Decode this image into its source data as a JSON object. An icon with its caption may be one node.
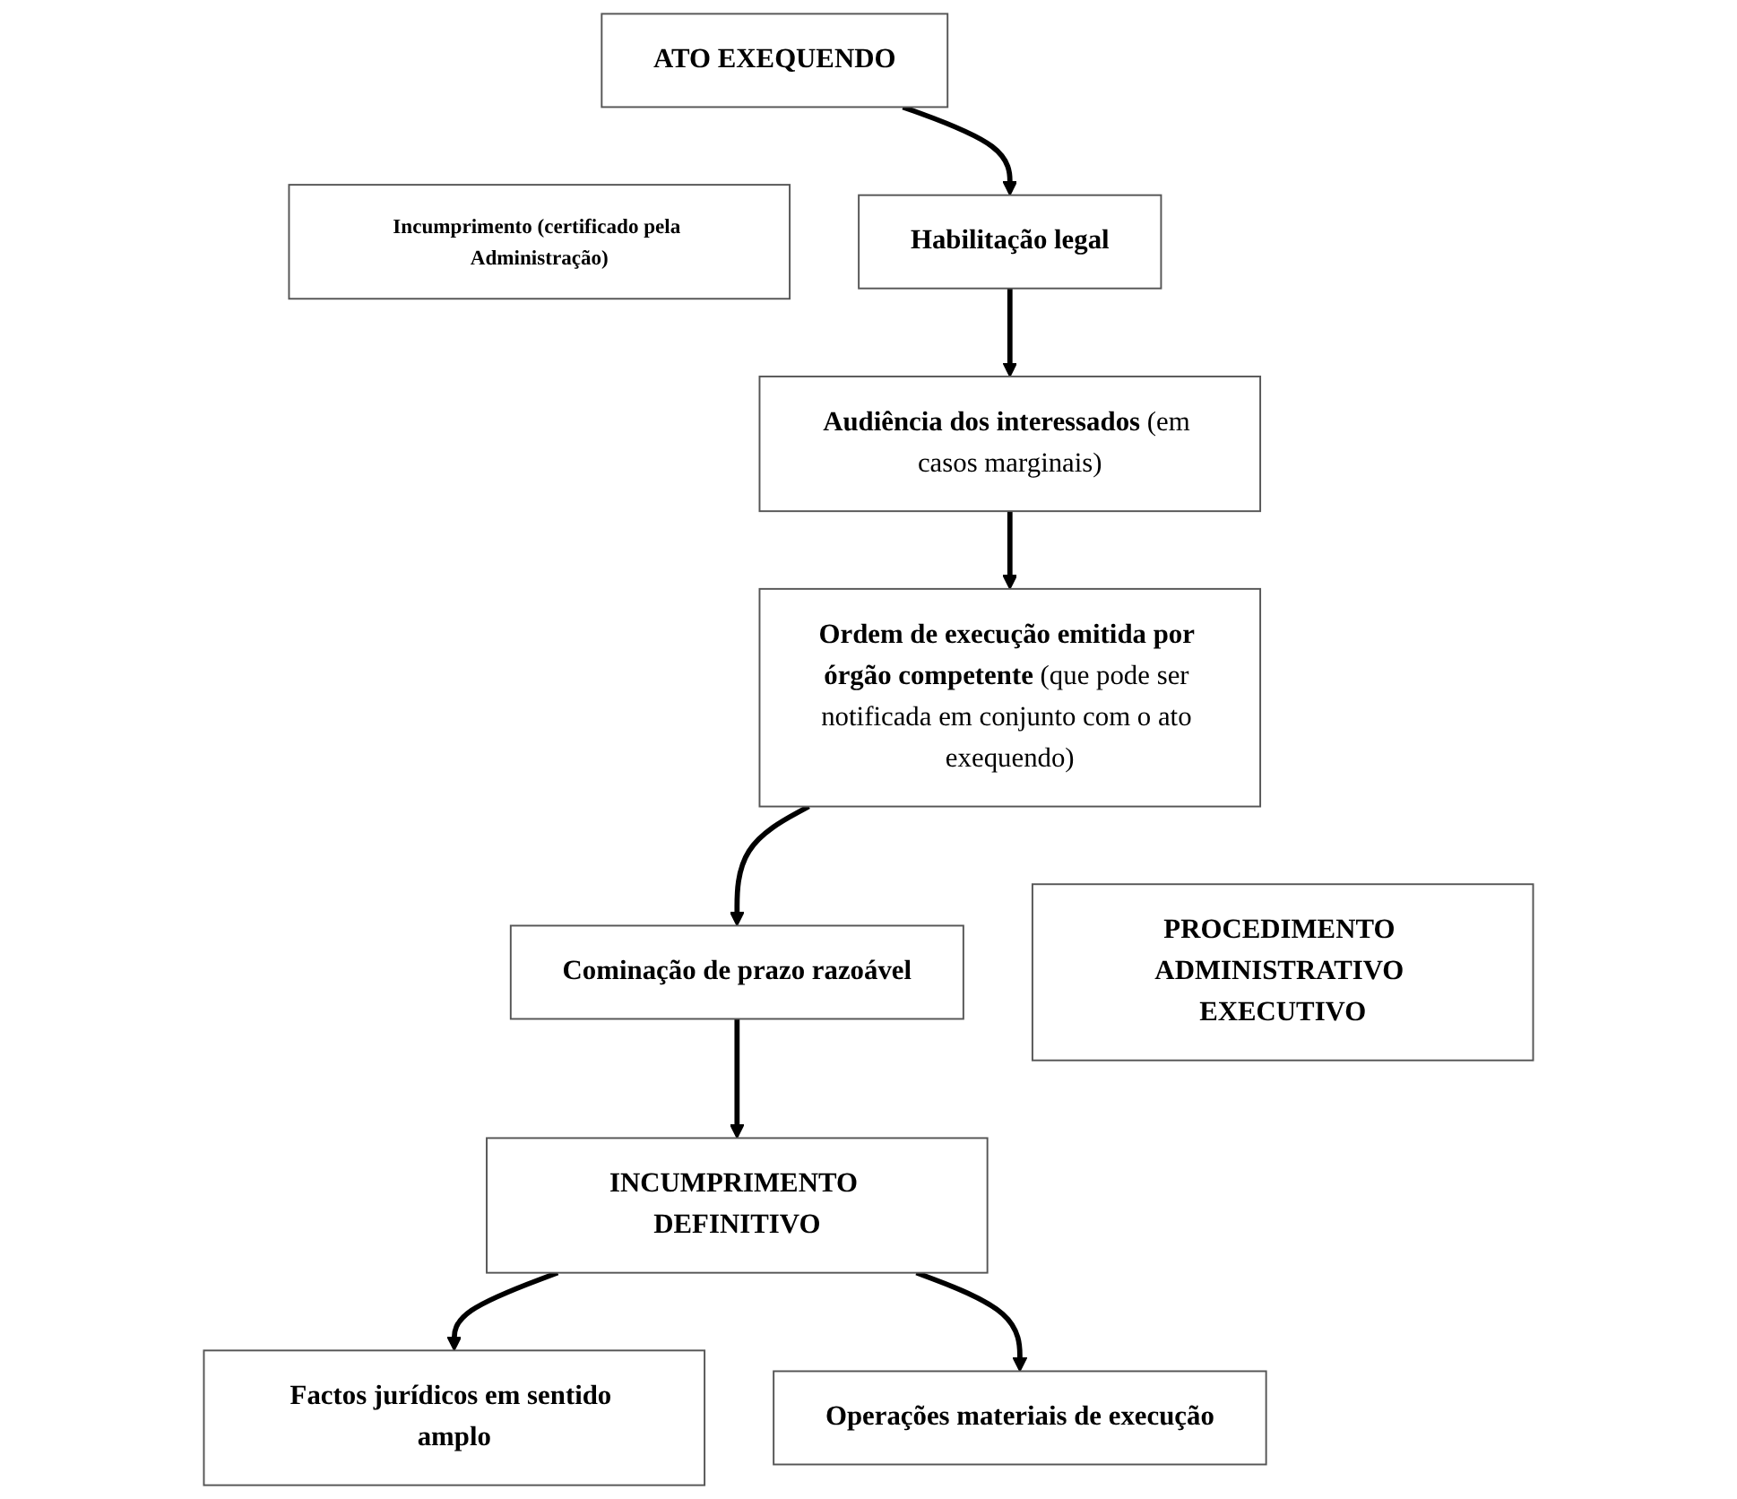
{
  "diagram": {
    "nodes": [
      {
        "text": [
          "ATO EXEQUENDO"
        ]
      },
      {
        "text": [
          "Incumprimento (certificado pela Administração)"
        ]
      },
      {
        "text": [
          "Habilitação legal"
        ]
      },
      {
        "text": [
          "**Audiência dos interessados** (em casos marginais)"
        ]
      },
      {
        "text": [
          "**Ordem de execução emitida por órgão competente** (que pode ser notificada em conjunto com o ato exequendo)"
        ]
      },
      {
        "text": [
          "Cominação de prazo razoável"
        ]
      },
      {
        "text": [
          "INCUMPRIMENTO DEFINITIVO"
        ]
      },
      {
        "text": [
          "Factos jurídicos em sentido amplo"
        ]
      },
      {
        "text": [
          "Operações materiais de execução"
        ]
      },
      {
        "text": [
          "PROCEDIMENTO ADMINISTRATIVO EXECUTIVO"
        ]
      }
    ],
    "edges": [
      {
        "from": 0,
        "to": 2,
        "arrow": "to"
      },
      {
        "from": 2,
        "to": 3,
        "arrow": "to"
      },
      {
        "from": 3,
        "to": 4,
        "arrow": "to"
      },
      {
        "from": 4,
        "to": 5,
        "arrow": "to"
      },
      {
        "from": 5,
        "to": 6,
        "arrow": "to"
      },
      {
        "from": 6,
        "to": 7,
        "arrow": "to"
      },
      {
        "from": 6,
        "to": 8,
        "arrow": "to"
      }
    ]
  }
}
